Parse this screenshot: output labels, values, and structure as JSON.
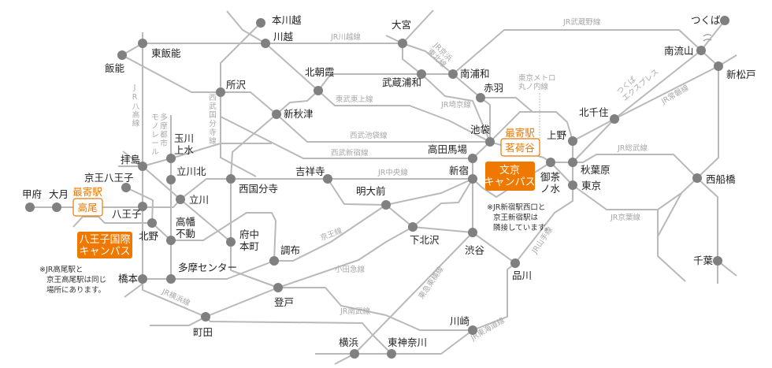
{
  "stations": {
    "hon_kawagoe": "本川越",
    "kawagoe": "川越",
    "higashi_hanno": "東飯能",
    "hanno": "飯能",
    "tokorozawa": "所沢",
    "kita_asaka": "北朝霞",
    "shin_akitsu": "新秋津",
    "tamagawa_josui": [
      "玉川",
      "上水"
    ],
    "haijima": "拝島",
    "tachikawa_kita": "立川北",
    "keio_hachioji": "京王八王子",
    "nishi_kokubunji": "西国分寺",
    "kichijoji": "吉祥寺",
    "tachikawa": "立川",
    "hachioji": "八王子",
    "kofu": "甲府",
    "otsuki": "大月",
    "kitano": "北野",
    "takahata_fudo": [
      "高幡",
      "不動"
    ],
    "fuchu_honmachi": [
      "府中",
      "本町"
    ],
    "chofu": "調布",
    "tama_center": "多摩センター",
    "hashimoto": "橋本",
    "noborito": "登戸",
    "machida": "町田",
    "yokohama": "横浜",
    "higashi_kanagawa": "東神奈川",
    "kawasaki": "川崎",
    "shinagawa": "品川",
    "shibuya": "渋谷",
    "shimokitazawa": "下北沢",
    "meidaimae": "明大前",
    "shinjuku": "新宿",
    "takadanobaba": "高田馬場",
    "ikebukuro": "池袋",
    "akabane": "赤羽",
    "minami_urawa": "南浦和",
    "musashi_urawa": "武蔵浦和",
    "omiya": "大宮",
    "ochanomizu": [
      "御茶",
      "ノ水"
    ],
    "ueno": "上野",
    "akihabara": "秋葉原",
    "tokyo": "東京",
    "kita_senju": "北千住",
    "minami_nagareyama": "南流山",
    "tsukuba": "つくば",
    "shin_matsudo": "新松戸",
    "nishi_funabashi": "西船橋",
    "chiba": "千葉"
  },
  "line_labels": {
    "kawagoe": "JR川越線",
    "tojo": "東武東上線",
    "ikebukuro": "西武池袋線",
    "shinjuku": "西武新宿線",
    "chuo": "JR中央線",
    "keio": "京王線",
    "odakyu": "小田急線",
    "nambu": "JR南武線",
    "yokohama": "JR横浜線",
    "toyoko": "東急東横線",
    "tokaido": "JR東海道線",
    "yamanote": "JR山手線",
    "keiyo": "JR京葉線",
    "sobu": "JR総武線",
    "joban": "JR常磐線",
    "tx": [
      "つくば",
      "エクスプレス"
    ],
    "musashino": "JR武蔵野線",
    "saikyo": "JR埼京線",
    "keihin": [
      "JR京浜",
      "東北線"
    ],
    "marunouchi": [
      "東京メトロ",
      "丸ノ内線"
    ],
    "hachiko": "JR八高線",
    "kokubunji": "西武国分寺線",
    "monorail": "多摩都市モノレール"
  },
  "campuses": {
    "bunkyo": [
      "文京",
      "キャンパス"
    ],
    "hachioji": [
      "八王子国際",
      "キャンパス"
    ],
    "nearest_label": "最寄駅",
    "bunkyo_nearest": "茗荷谷",
    "hachioji_nearest": "高尾"
  },
  "notes": {
    "takao": [
      "※JR高尾駅と",
      "京王高尾駅は同じ",
      "場所にあります。"
    ],
    "shinjuku": [
      "※JR新宿駅西口と",
      "京王新宿駅は",
      "隣接しています。"
    ]
  },
  "colors": {
    "accent": "#ee7800",
    "line": "#b9b9b9",
    "station": "#808080"
  }
}
